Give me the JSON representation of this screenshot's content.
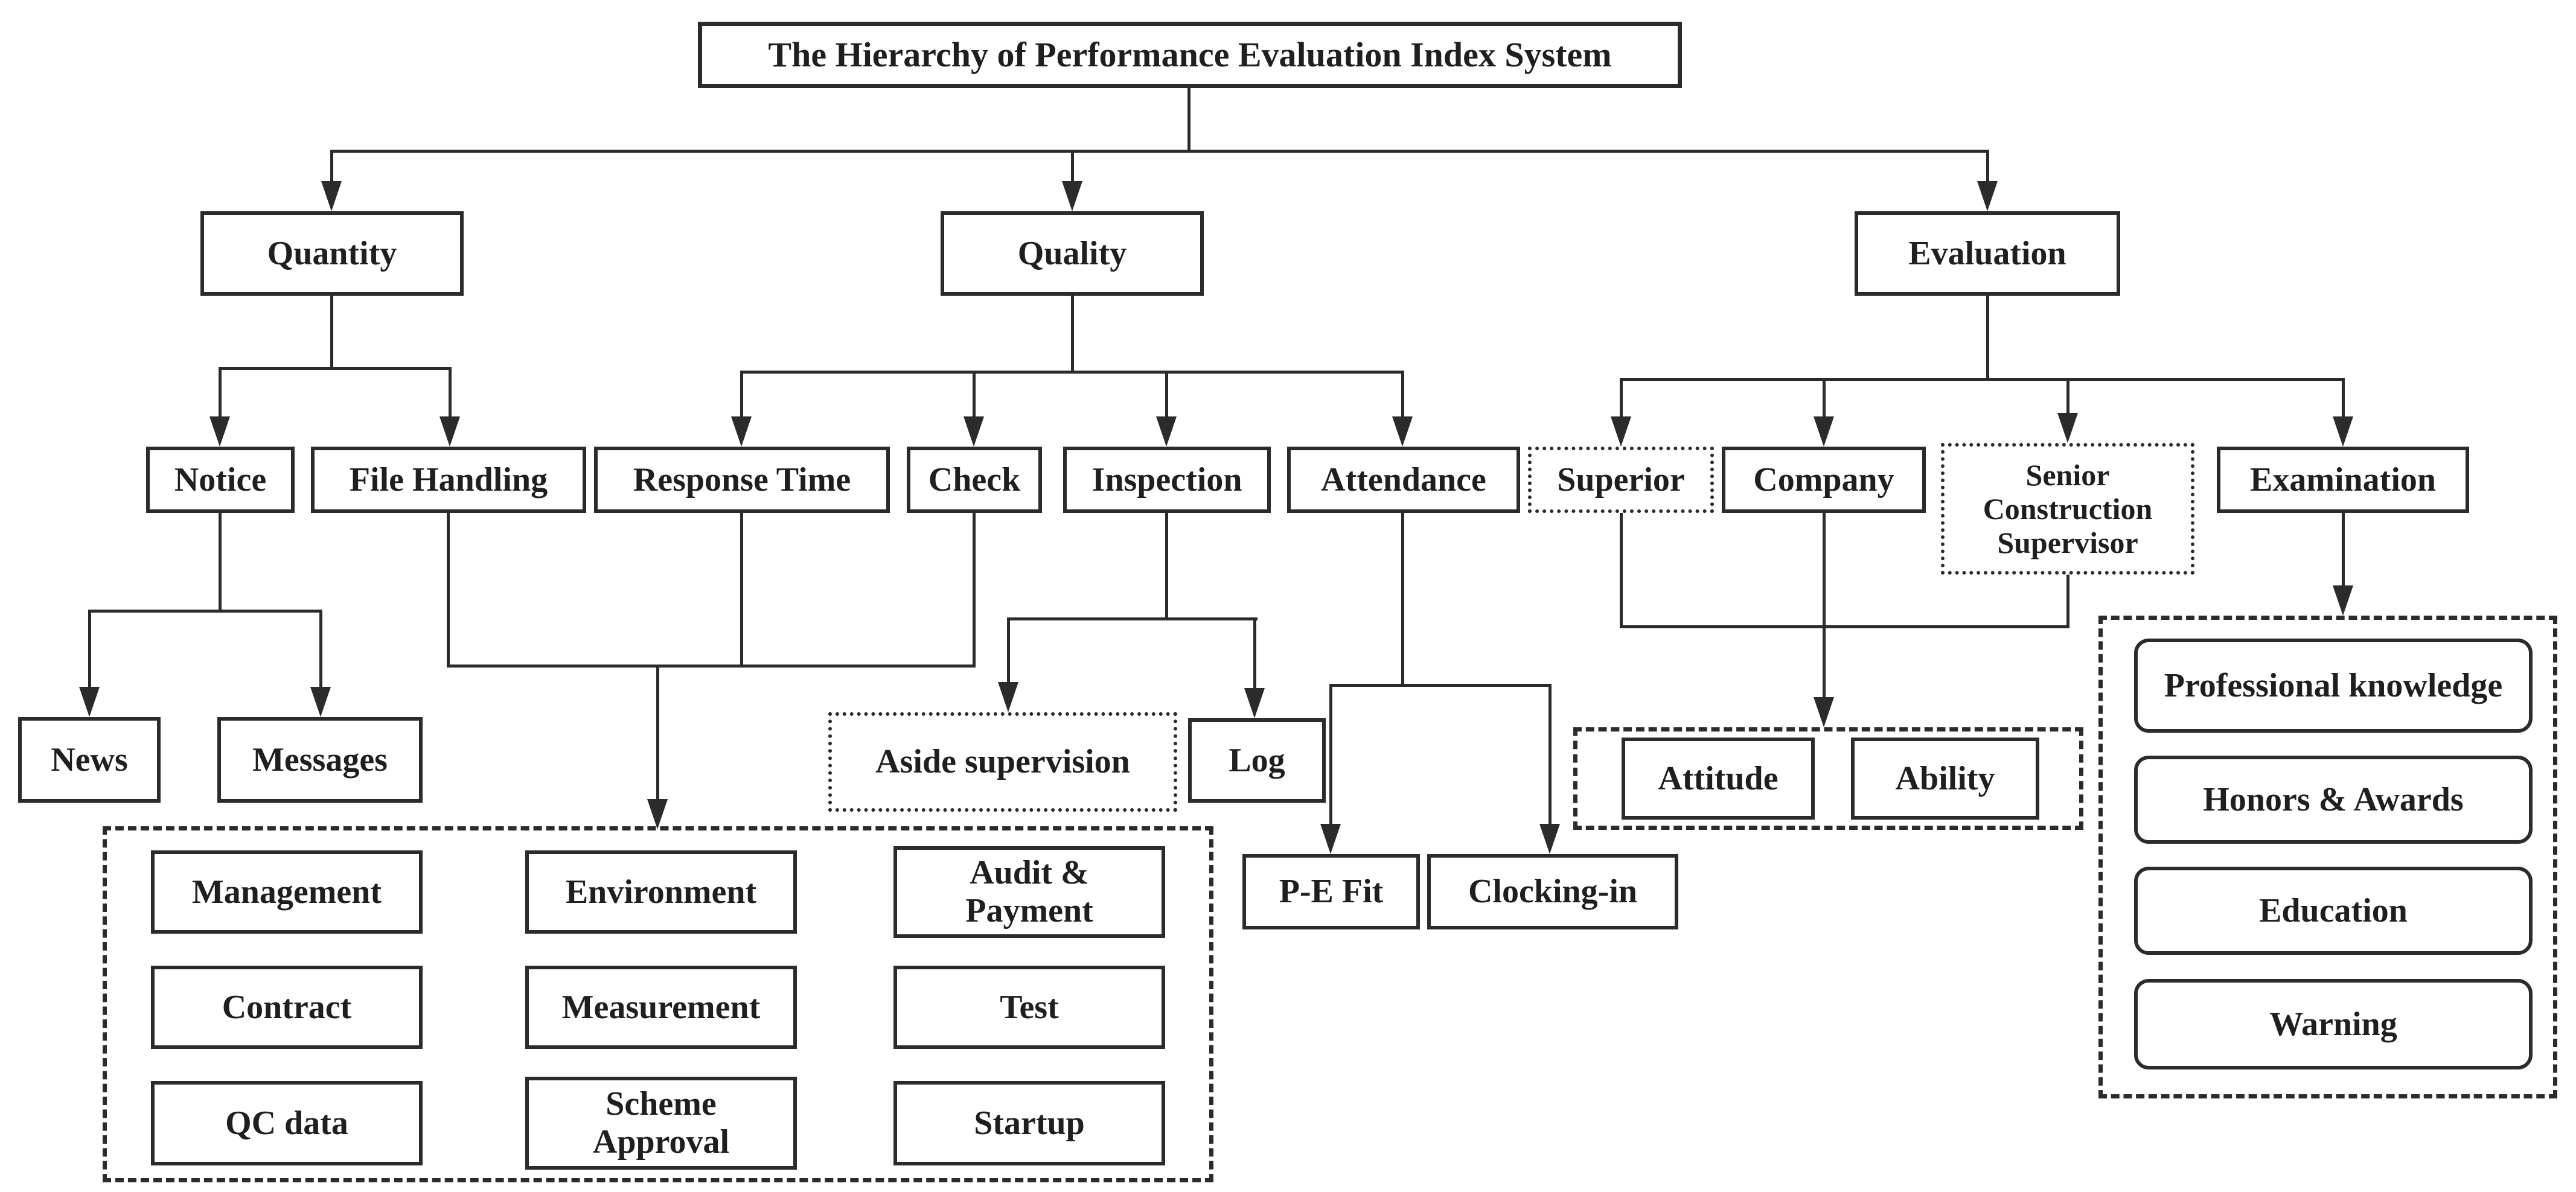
{
  "colors": {
    "line": "#2b2b2b",
    "text": "#1f1f1f",
    "background": "#ffffff"
  },
  "nodes": {
    "title": {
      "label": "The Hierarchy of Performance Evaluation Index System"
    },
    "quantity": {
      "label": "Quantity"
    },
    "quality": {
      "label": "Quality"
    },
    "evaluation": {
      "label": "Evaluation"
    },
    "notice": {
      "label": "Notice"
    },
    "file_handling": {
      "label": "File Handling"
    },
    "response_time": {
      "label": "Response Time"
    },
    "check": {
      "label": "Check"
    },
    "inspection": {
      "label": "Inspection"
    },
    "attendance": {
      "label": "Attendance"
    },
    "superior": {
      "label": "Superior"
    },
    "company": {
      "label": "Company"
    },
    "senior_construction_supervisor": {
      "label": "Senior Construction Supervisor"
    },
    "examination": {
      "label": "Examination"
    },
    "news": {
      "label": "News"
    },
    "messages": {
      "label": "Messages"
    },
    "aside_supervision": {
      "label": "Aside supervision"
    },
    "log": {
      "label": "Log"
    },
    "pe_fit": {
      "label": "P-E Fit"
    },
    "clocking_in": {
      "label": "Clocking-in"
    },
    "attitude": {
      "label": "Attitude"
    },
    "ability": {
      "label": "Ability"
    },
    "management": {
      "label": "Management"
    },
    "environment": {
      "label": "Environment"
    },
    "audit_payment": {
      "label": "Audit & Payment"
    },
    "contract": {
      "label": "Contract"
    },
    "measurement": {
      "label": "Measurement"
    },
    "test": {
      "label": "Test"
    },
    "qc_data": {
      "label": "QC data"
    },
    "scheme_approval": {
      "label": "Scheme Approval"
    },
    "startup": {
      "label": "Startup"
    },
    "professional_knowledge": {
      "label": "Professional knowledge"
    },
    "honors_awards": {
      "label": "Honors & Awards"
    },
    "education": {
      "label": "Education"
    },
    "warning": {
      "label": "Warning"
    }
  },
  "groups": {
    "operations_group": [
      "management",
      "environment",
      "audit_payment",
      "contract",
      "measurement",
      "test",
      "qc_data",
      "scheme_approval",
      "startup"
    ],
    "attitude_ability_group": [
      "attitude",
      "ability"
    ],
    "examination_group": [
      "professional_knowledge",
      "honors_awards",
      "education",
      "warning"
    ]
  },
  "edges": [
    {
      "from": "title",
      "to": "quantity"
    },
    {
      "from": "title",
      "to": "quality"
    },
    {
      "from": "title",
      "to": "evaluation"
    },
    {
      "from": "quantity",
      "to": "notice"
    },
    {
      "from": "quantity",
      "to": "file_handling"
    },
    {
      "from": "quality",
      "to": "response_time"
    },
    {
      "from": "quality",
      "to": "check"
    },
    {
      "from": "quality",
      "to": "inspection"
    },
    {
      "from": "quality",
      "to": "attendance"
    },
    {
      "from": "evaluation",
      "to": "superior"
    },
    {
      "from": "evaluation",
      "to": "company"
    },
    {
      "from": "evaluation",
      "to": "senior_construction_supervisor"
    },
    {
      "from": "evaluation",
      "to": "examination"
    },
    {
      "from": "notice",
      "to": "news"
    },
    {
      "from": "notice",
      "to": "messages"
    },
    {
      "from": "file_handling",
      "to": "operations_group"
    },
    {
      "from": "response_time",
      "to": "operations_group"
    },
    {
      "from": "check",
      "to": "operations_group"
    },
    {
      "from": "inspection",
      "to": "aside_supervision"
    },
    {
      "from": "inspection",
      "to": "log"
    },
    {
      "from": "attendance",
      "to": "pe_fit"
    },
    {
      "from": "attendance",
      "to": "clocking_in"
    },
    {
      "from": "superior",
      "to": "attitude_ability_group"
    },
    {
      "from": "company",
      "to": "attitude_ability_group"
    },
    {
      "from": "senior_construction_supervisor",
      "to": "attitude_ability_group"
    },
    {
      "from": "examination",
      "to": "examination_group"
    }
  ]
}
